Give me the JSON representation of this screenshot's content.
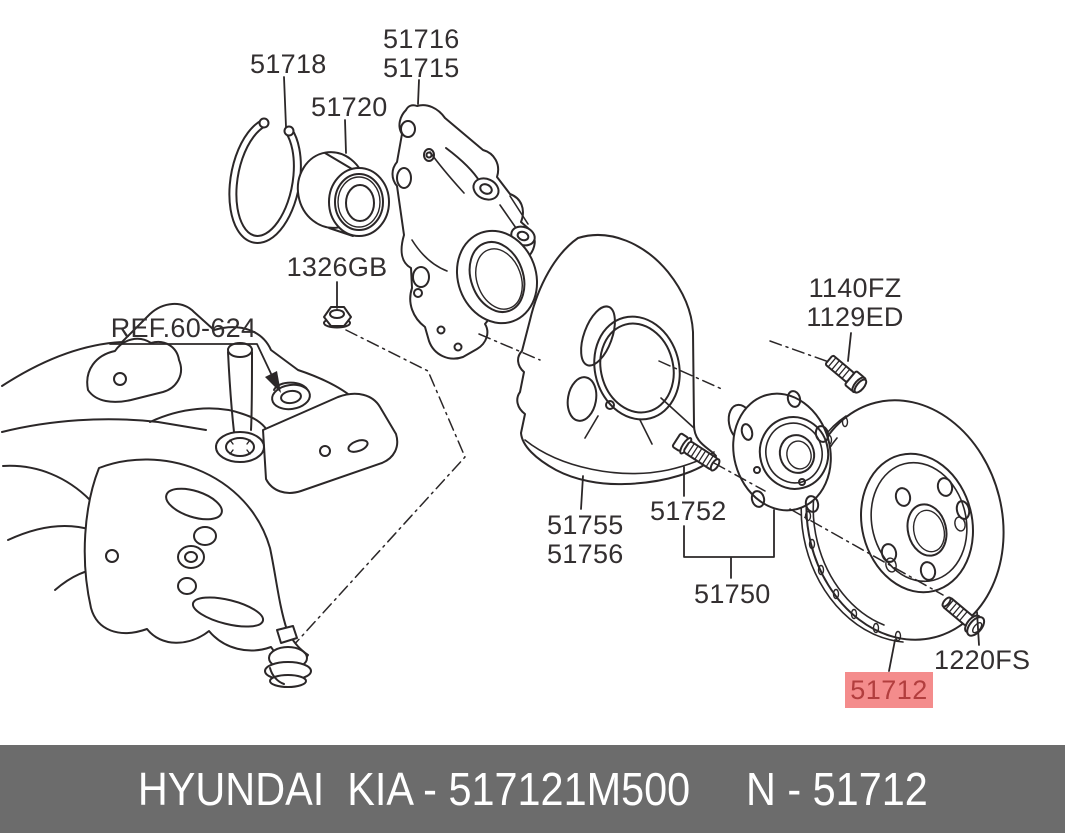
{
  "colors": {
    "line": "#2b2728",
    "label_text": "#332f30",
    "highlight_bg": "#f48c8c",
    "highlight_text": "#b23e3e",
    "footer_bg": "#6c6c6c",
    "footer_text": "#ffffff",
    "background": "#ffffff"
  },
  "parts": {
    "knuckle": {
      "line1": "51716",
      "line2": "51715"
    },
    "snap_ring": {
      "label": "51718"
    },
    "wheel_bearing": {
      "label": "51720"
    },
    "flange_nut": {
      "label": "1326GB"
    },
    "crossmember_ref": {
      "label": "REF.60-624"
    },
    "strut_bolt": {
      "line1": "1140FZ",
      "line2": "1129ED"
    },
    "dust_cover": {
      "line1": "51755",
      "line2": "51756"
    },
    "hub_bolt": {
      "label": "51752"
    },
    "hub_assembly": {
      "label": "51750"
    },
    "brake_disc": {
      "label": "51712",
      "highlighted": true
    },
    "disc_screw": {
      "label": "1220FS"
    }
  },
  "footer": {
    "left_text": "HYUNDAI  KIA - 517121M500",
    "right_text": "N - 51712"
  }
}
